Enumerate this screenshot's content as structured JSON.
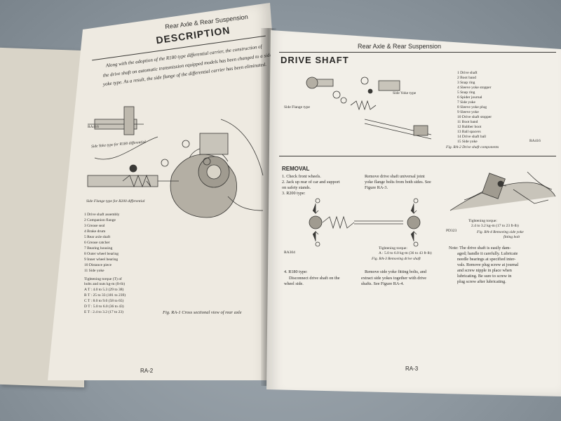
{
  "left_page": {
    "header": "Rear Axle & Rear Suspension",
    "title": "DESCRIPTION",
    "intro_lines": [
      "Along with the adoption of the R180 type differential carrier, the construction of",
      "the drive shaft on automatic transmission equipped models has been changed to a side",
      "yoke type. As a result, the side flange of the differential carrier has been eliminated."
    ],
    "side_yoke_label": "Side Yoke type for R180 differential",
    "side_flange_label": "Side Flange type for R200 differential",
    "parts": [
      "1  Drive shaft assembly",
      "2  Companion flange",
      "3  Grease seal",
      "4  Brake drum",
      "5  Rear axle shaft",
      "6  Grease catcher",
      "7  Bearing housing",
      "8  Outer wheel bearing",
      "9  Inner wheel bearing",
      "10  Distance piece",
      "11  Side yoke"
    ],
    "torque_title_1": "Tightening torque (T) of",
    "torque_title_2": "bolts and nuts   kg-m (ft-lb)",
    "torques": [
      "A T : 4.0 to 5.3 (29 to 38)",
      "B T : 25 to 33 (181 to 239)",
      "C T : 8.0 to 9.0 (58 to 65)",
      "D T : 5.0 to 6.0 (36 to 43)",
      "E T : 2.4 to 3.2 (17 to 23)"
    ],
    "fig_ref": "RA416",
    "caption": "Fig. RA-1  Cross sectional view of rear axle",
    "footer": "RA-2"
  },
  "right_page": {
    "header": "Rear Axle & Rear Suspension",
    "title": "DRIVE SHAFT",
    "fig2_labels": [
      "Side Flange type",
      "Side Yoke type"
    ],
    "components": [
      "1  Drive shaft",
      "2  Boot band",
      "3  Snap ring",
      "4  Sleeve yoke stopper",
      "5  Snap ring",
      "6  Spider journal",
      "7  Side yoke",
      "8  Sleeve yoke plug",
      "9  Sleeve yoke",
      "10  Drive shaft stopper",
      "11  Boot band",
      "12  Rubber boot",
      "13  Ball spacers",
      "14  Drive shaft ball",
      "15  Side yoke"
    ],
    "fig2_ref": "RA416",
    "fig2_caption": "Fig. RA-2  Drive shaft components",
    "removal_title": "REMOVAL",
    "removal_steps": [
      "1.    Check front wheels.",
      "2.    Jack up rear of car and support",
      "on safety stands.",
      "3.    R200 type:"
    ],
    "removal_right": [
      "Remove drive shaft universal joint",
      "yoke flange bolts from both sides. See",
      "Figure RA-3."
    ],
    "fig3_ref": "RA304",
    "fig3_torque_1": "Tightening torque:",
    "fig3_torque_2": "A  : 5.0 to 6.0 kg-m (36 to 43 ft-lb)",
    "fig3_caption": "Fig. RA-3  Removing drive shaft",
    "fig4_ref": "PD323",
    "fig4_torque_1": "Tightening torque:",
    "fig4_torque_2": "2.4 to 3.2 kg-m (17 to 23 ft-lb)",
    "fig4_caption_1": "Fig. RA-4  Removing side yoke",
    "fig4_caption_2": "fitting bolt",
    "step4": [
      "4.    R180 type:",
      "Disconnect  drive  shaft  on  the",
      "wheel side."
    ],
    "step4_right": [
      "Remove side yoke fitting bolts, and",
      "extract side yokes together with drive",
      "shafts. See Figure RA-4."
    ],
    "note": [
      "Note:  The drive shaft is easily dam-",
      "aged; handle it carefully. Lubricate",
      "needle bearings at specified inter-",
      "vals. Remove plug screw at journal",
      "and screw nipple in place when",
      "lubricating.  Be  sure  to  screw  in",
      "plug screw after lubricating."
    ],
    "footer": "RA-3"
  }
}
